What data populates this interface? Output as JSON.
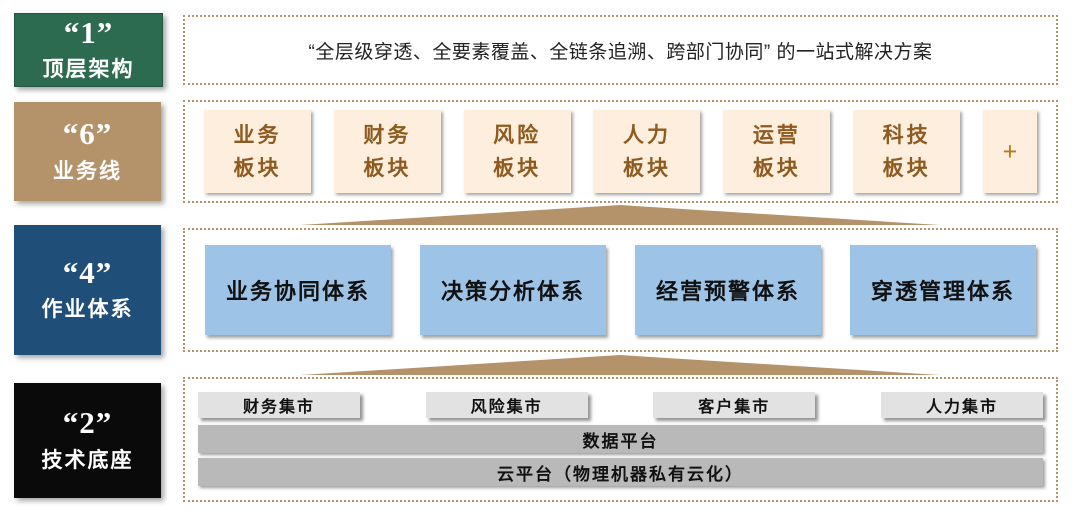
{
  "colors": {
    "accent_tan": "#b5936a",
    "badge_green": "#2d6b50",
    "badge_blue": "#1f4e79",
    "badge_black": "#0a0a0a",
    "module_cream": "#fdeedd",
    "module_text_brown": "#8e5a1f",
    "system_light_blue": "#9dc3e6",
    "mart_gray_light": "#e2e2e2",
    "platform_gray": "#b9b9b9"
  },
  "rows": {
    "r1": {
      "num": "“1”",
      "label": "顶层架构",
      "solution": "“全层级穿透、全要素覆盖、全链条追溯、跨部门协同” 的一站式解决方案"
    },
    "r2": {
      "num": "“6”",
      "label": "业务线",
      "modules": [
        {
          "line1": "业务",
          "line2": "板块"
        },
        {
          "line1": "财务",
          "line2": "板块"
        },
        {
          "line1": "风险",
          "line2": "板块"
        },
        {
          "line1": "人力",
          "line2": "板块"
        },
        {
          "line1": "运营",
          "line2": "板块"
        },
        {
          "line1": "科技",
          "line2": "板块"
        }
      ],
      "plus": "+"
    },
    "r3": {
      "num": "“4”",
      "label": "作业体系",
      "systems": [
        "业务协同体系",
        "决策分析体系",
        "经营预警体系",
        "穿透管理体系"
      ]
    },
    "r4": {
      "num": "“2”",
      "label": "技术底座",
      "marts": [
        "财务集市",
        "风险集市",
        "客户集市",
        "人力集市"
      ],
      "platforms": {
        "data": "数据平台",
        "cloud": "云平台（物理机器私有云化）"
      }
    }
  }
}
